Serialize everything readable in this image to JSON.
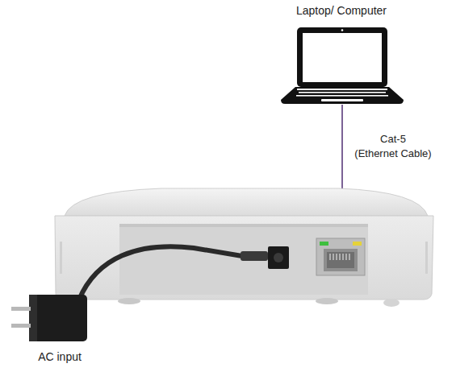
{
  "diagram": {
    "labels": [
      "Laptop/ Computer",
      "Cat-5 (Ethernet Cable)",
      "AC input"
    ]
  }
}
